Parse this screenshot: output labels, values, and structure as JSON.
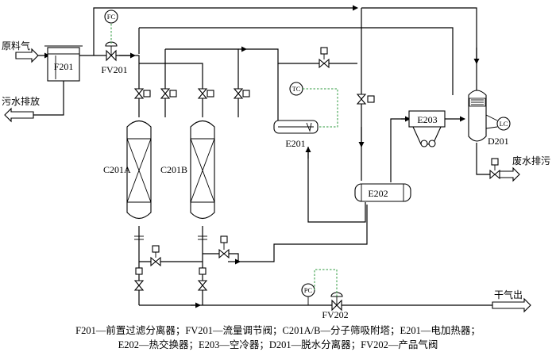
{
  "streams": {
    "feed_in": "原料气",
    "sewage_out": "污水排放",
    "waste_water_out": "废水排污",
    "dry_gas_out": "干气出"
  },
  "equipment": {
    "filter": "F201",
    "flow_valve": "FV201",
    "adsorber_a": "C201A",
    "adsorber_b": "C201B",
    "heater": "E201",
    "exchanger": "E202",
    "air_cooler": "E203",
    "separator": "D201",
    "product_valve": "FV202"
  },
  "instruments": {
    "flow_controller": "FC",
    "temp_controller": "TC",
    "level_controller": "LC",
    "pressure_controller": "PC"
  },
  "legend": {
    "line1": "F201—前置过滤分离器；FV201—流量调节阀；C201A/B—分子筛吸附塔；E201—电加热器；",
    "line2": "E202—热交换器；E203—空冷器；D201—脱水分离器；FV202—产品气阀"
  },
  "colors": {
    "lines": "#000000",
    "signal_lines": "#2e9a3e",
    "background": "#ffffff"
  }
}
